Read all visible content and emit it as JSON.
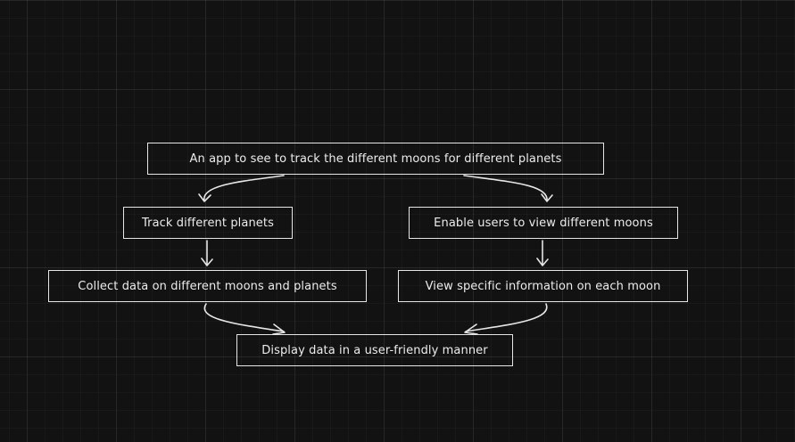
{
  "nodes": {
    "root": "An app to see to track the different moons for different planets",
    "track_planets": "Track different planets",
    "enable_users": "Enable users to view different moons",
    "collect_data": "Collect data on different moons and planets",
    "view_info": "View specific information on each moon",
    "display_data": "Display data in a user-friendly manner"
  },
  "connections": [
    {
      "from": "root",
      "to": "track_planets"
    },
    {
      "from": "root",
      "to": "enable_users"
    },
    {
      "from": "track_planets",
      "to": "collect_data"
    },
    {
      "from": "enable_users",
      "to": "view_info"
    },
    {
      "from": "collect_data",
      "to": "display_data"
    },
    {
      "from": "view_info",
      "to": "display_data"
    }
  ],
  "colors": {
    "background": "#121212",
    "stroke": "#e6e6e6",
    "text": "#ececec"
  }
}
